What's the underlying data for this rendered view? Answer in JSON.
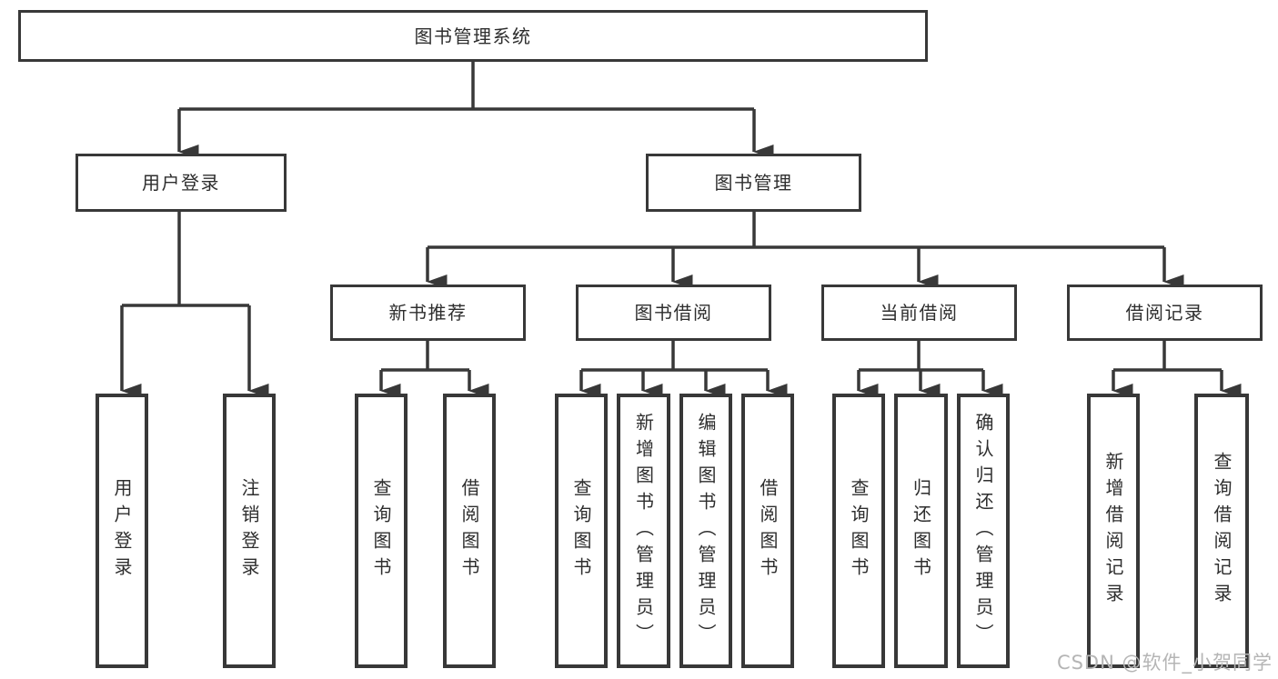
{
  "diagram": {
    "root": {
      "label": "图书管理系统"
    },
    "branches": [
      {
        "label": "用户登录",
        "children": [
          {
            "label": "用户登录"
          },
          {
            "label": "注销登录"
          }
        ]
      },
      {
        "label": "图书管理",
        "children": [
          {
            "label": "新书推荐",
            "children": [
              {
                "label": "查询图书"
              },
              {
                "label": "借阅图书"
              }
            ]
          },
          {
            "label": "图书借阅",
            "children": [
              {
                "label": "查询图书"
              },
              {
                "label": "新增图书（管理员）"
              },
              {
                "label": "编辑图书（管理员）"
              },
              {
                "label": "借阅图书"
              }
            ]
          },
          {
            "label": "当前借阅",
            "children": [
              {
                "label": "查询图书"
              },
              {
                "label": "归还图书"
              },
              {
                "label": "确认归还（管理员）"
              }
            ]
          },
          {
            "label": "借阅记录",
            "children": [
              {
                "label": "新增借阅记录"
              },
              {
                "label": "查询借阅记录"
              }
            ]
          }
        ]
      }
    ],
    "watermark": "CSDN @软件_小贺同学",
    "colors": {
      "line": "#383838",
      "box_border": "#383838",
      "text": "#2e2e2e",
      "watermark": "#b5b5b5",
      "background": "#ffffff"
    }
  }
}
